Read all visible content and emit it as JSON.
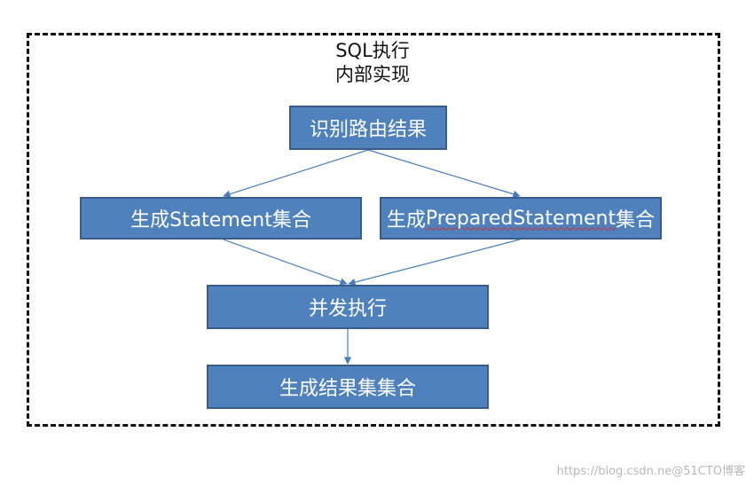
{
  "title": {
    "line1": "SQL执行",
    "line2": "内部实现"
  },
  "nodes": {
    "recognize": "识别路由结果",
    "statement": "生成Statement集合",
    "prepared_prefix": "生成",
    "prepared_word": "PreparedStatement",
    "prepared_suffix": "集合",
    "concurrent": "并发执行",
    "merge": "生成结果集集合"
  },
  "watermark": "https://blog.csdn.ne@51CTO博客",
  "colors": {
    "box_fill": "#4f81bd",
    "box_border": "#385d8a",
    "arrow": "#4a7ebb",
    "frame": "#111111"
  }
}
